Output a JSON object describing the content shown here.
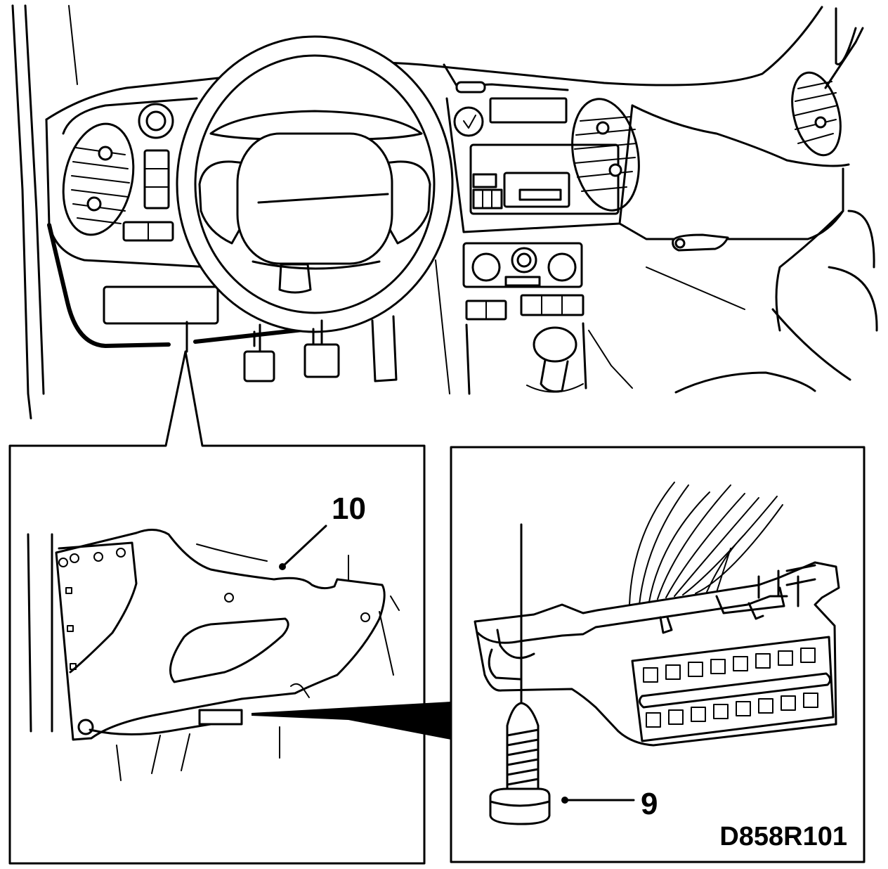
{
  "figure": {
    "code": "D858R101",
    "callouts": [
      {
        "number": "10"
      },
      {
        "number": "9"
      }
    ]
  }
}
